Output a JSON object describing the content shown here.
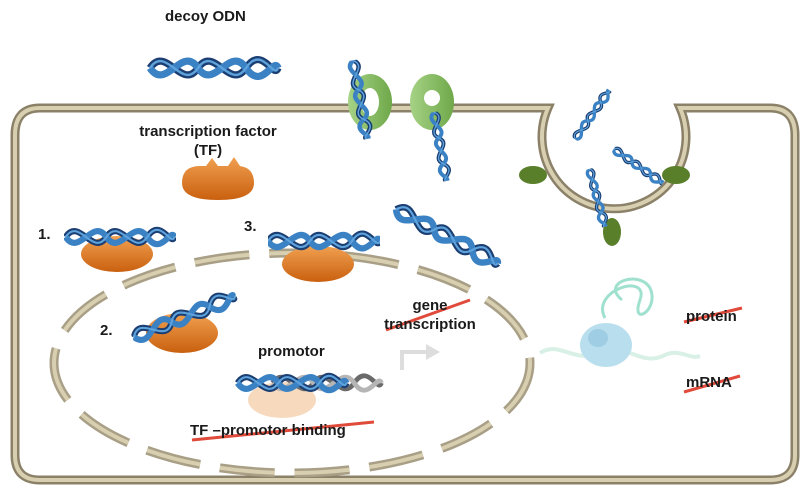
{
  "labels": {
    "decoy": "decoy ODN",
    "tf_line1": "transcription factor",
    "tf_line2": "(TF)",
    "step1": "1.",
    "step2": "2.",
    "step3": "3.",
    "promotor": "promotor",
    "gene_line1": "gene",
    "gene_line2": "transcription",
    "protein": "protein",
    "mrna": "mRNA",
    "binding": "TF –promotor binding"
  },
  "colors": {
    "membrane": "#8b8068",
    "membrane_fill": "#d8cfb0",
    "dna_blue": "#2e6fb5",
    "dna_dark": "#1c3f73",
    "tf_orange": "#d9741c",
    "channel_green": "#7fb85a",
    "receptor_green": "#5a7f2a",
    "strike_red": "#e04a3a",
    "nucleus_dash": "#a89f86"
  },
  "icons": [
    "dna-helix-icon",
    "transcription-factor-icon",
    "channel-icon",
    "receptor-icon",
    "ribosome-icon",
    "arrow-icon"
  ]
}
